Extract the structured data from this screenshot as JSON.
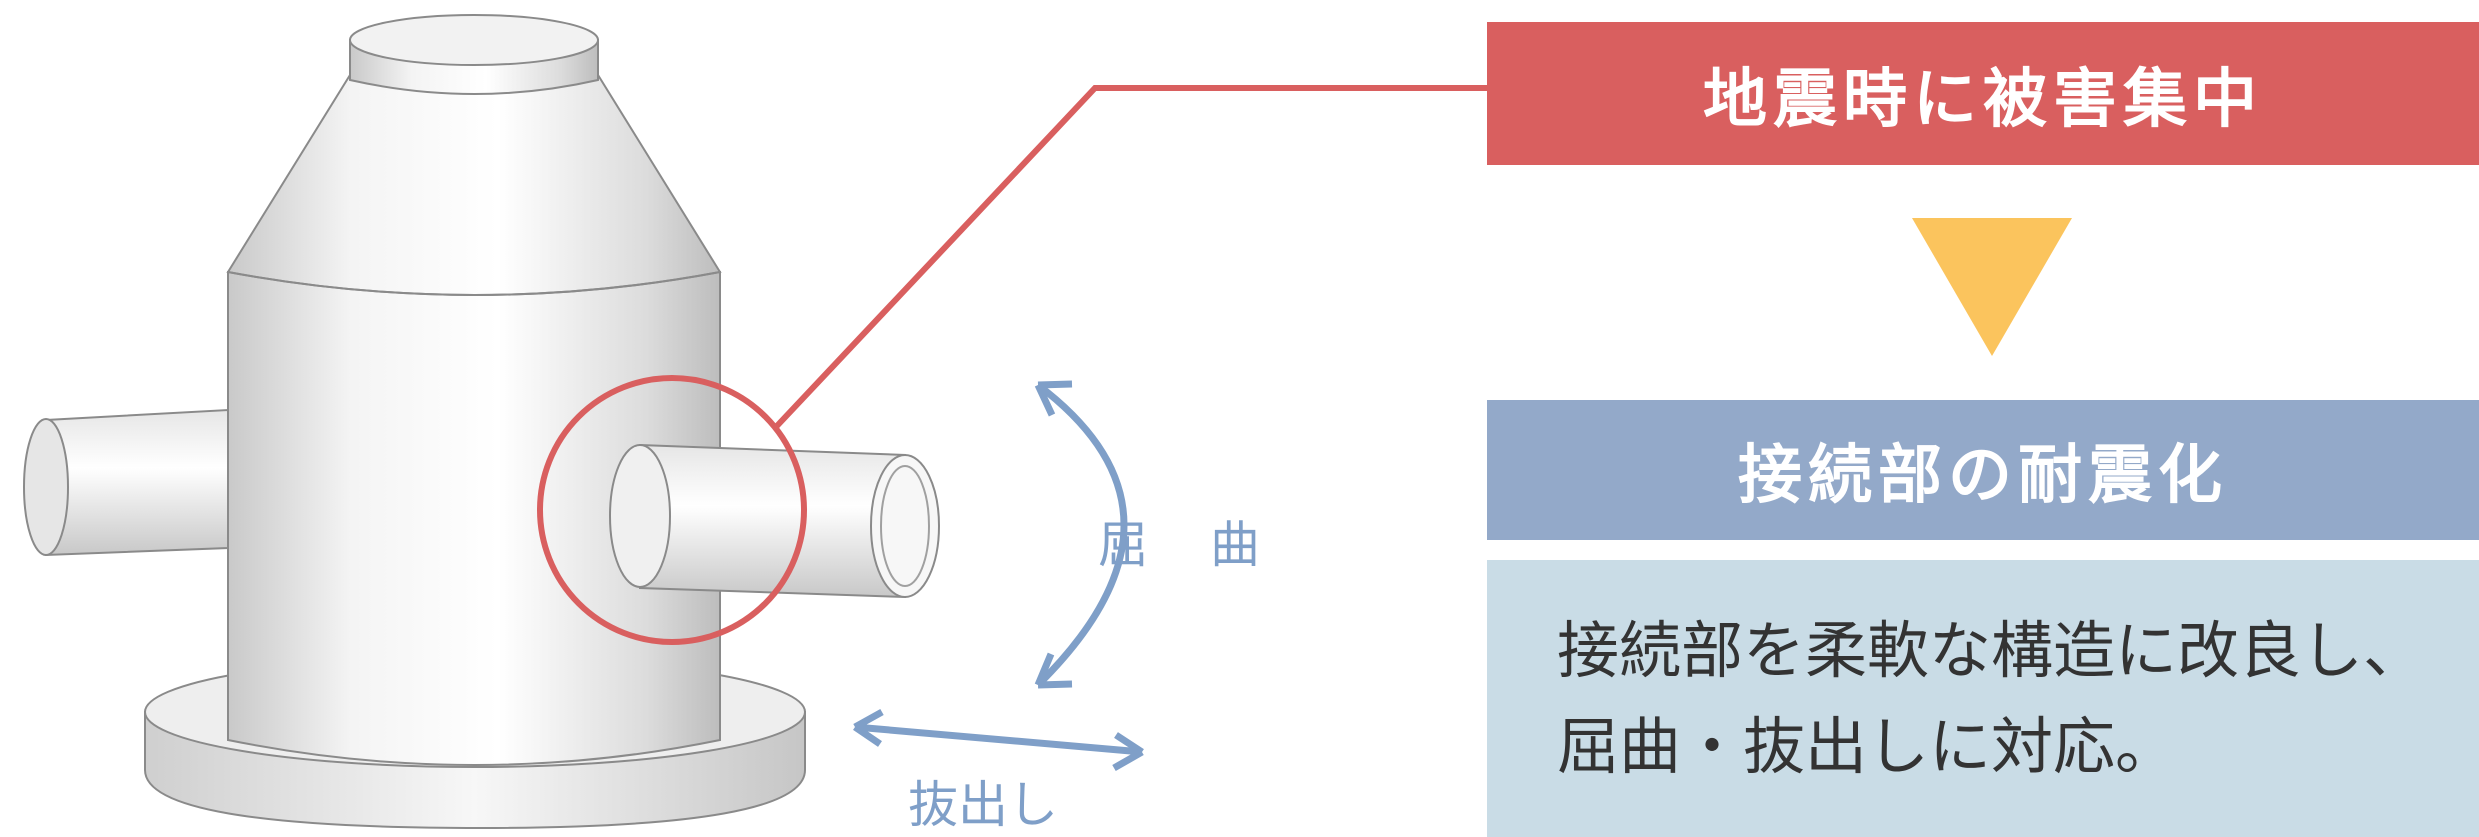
{
  "colors": {
    "alert_red": "#d95f5f",
    "solution_blue": "#93a9c9",
    "description_bg": "#c9dce6",
    "arrow_yellow": "#fbc45d",
    "motion_blue": "#7f9fc8"
  },
  "diagram": {
    "label_bend_left": "屈",
    "label_bend_right": "曲",
    "label_pullout": "抜出し"
  },
  "panel": {
    "problem": "地震時に被害集中",
    "solution": "接続部の耐震化",
    "description": "接続部を柔軟な構造に改良し、\n屈曲・抜出しに対応。"
  }
}
